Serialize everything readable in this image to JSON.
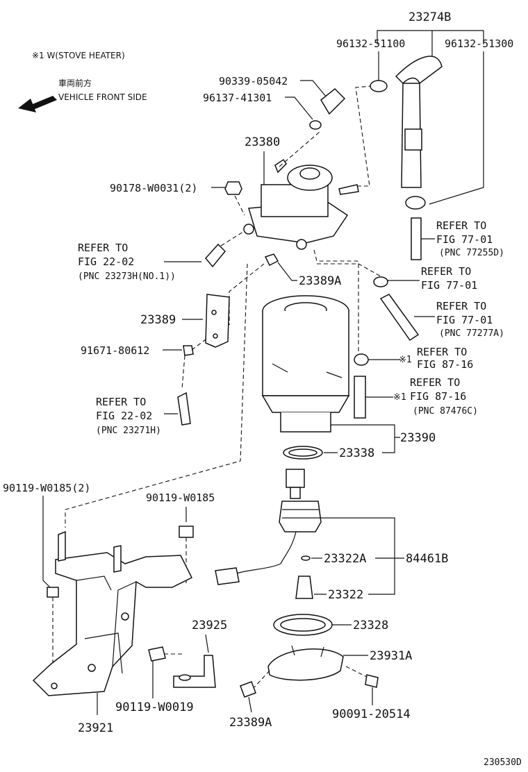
{
  "notes": {
    "stove": "※1 W(STOVE HEATER)",
    "front_jp": "車両前方",
    "front_en": "VEHICLE FRONT SIDE"
  },
  "labels": {
    "p23274B": "23274B",
    "p96132_51100": "96132-51100",
    "p96132_51300": "96132-51300",
    "p90339": "90339-05042",
    "p96137": "96137-41301",
    "p23380": "23380",
    "p90178": "90178-W0031(2)",
    "ref1_a": "REFER TO",
    "ref1_b": "FIG 22-02",
    "ref1_c": "(PNC 23273H(NO.1))",
    "p23389A_top": "23389A",
    "ref2_a": "REFER TO",
    "ref2_b": "FIG 77-01",
    "ref2_c": "(PNC 77255D)",
    "ref3_a": "REFER TO",
    "ref3_b": "FIG 77-01",
    "ref4_a": "REFER TO",
    "ref4_b": "FIG 77-01",
    "ref4_c": "(PNC 77277A)",
    "p23389": "23389",
    "p91671": "91671-80612",
    "ref5_mark": "※1",
    "ref5_a": "REFER TO",
    "ref5_b": "FIG 87-16",
    "ref6_a": "REFER TO",
    "ref6_mark": "※1",
    "ref6_b": "FIG 87-16",
    "ref6_c": "(PNC 87476C)",
    "ref7_a": "REFER TO",
    "ref7_b": "FIG 22-02",
    "ref7_c": "(PNC 23271H)",
    "p23390": "23390",
    "p23338": "23338",
    "p90119_2": "90119-W0185(2)",
    "p90119": "90119-W0185",
    "p23322A": "23322A",
    "p84461B": "84461B",
    "p23322": "23322",
    "p23925": "23925",
    "p23328": "23328",
    "p23931A": "23931A",
    "p90119_W0019": "90119-W0019",
    "p90091": "90091-20514",
    "p23921": "23921",
    "p23389A_bot": "23389A",
    "fig_code": "230530D"
  }
}
